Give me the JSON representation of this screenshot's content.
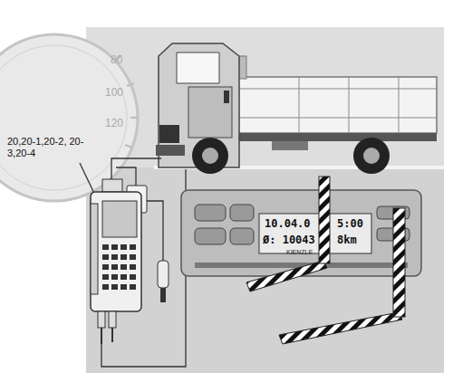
{
  "diagram": {
    "labels": [
      "80",
      "100",
      "120",
      "20,20-1,20-2, 20-3,20-4",
      "10.04.0",
      "5:00",
      "Ø: 10043",
      "8km",
      "KIENZLE"
    ]
  }
}
